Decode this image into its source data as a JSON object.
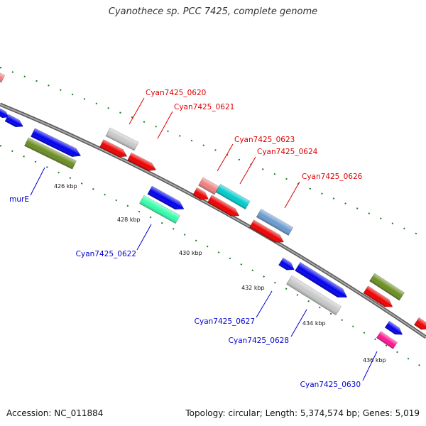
{
  "title": "Cyanothece sp. PCC 7425, complete genome",
  "footer": {
    "accession": "Accession: NC_011884",
    "summary": "Topology: circular; Length: 5,374,574 bp; Genes: 5,019"
  },
  "colors": {
    "backbone": "#7a7a7a",
    "tick": "#1e7a1e",
    "label_red": "#dd0000",
    "label_blue": "#0000cc"
  },
  "ticks": [
    {
      "label": "426 kbp",
      "kbp": 426
    },
    {
      "label": "428 kbp",
      "kbp": 428
    },
    {
      "label": "430 kbp",
      "kbp": 430
    },
    {
      "label": "432 kbp",
      "kbp": 432
    },
    {
      "label": "434 kbp",
      "kbp": 434
    },
    {
      "label": "436 kbp",
      "kbp": 436
    }
  ],
  "gene_labels": [
    {
      "label": "Cyan7425_0620",
      "color": "red"
    },
    {
      "label": "Cyan7425_0621",
      "color": "red"
    },
    {
      "label": "Cyan7425_0623",
      "color": "red"
    },
    {
      "label": "Cyan7425_0624",
      "color": "red"
    },
    {
      "label": "Cyan7425_0626",
      "color": "red"
    },
    {
      "label": "murE",
      "color": "blue"
    },
    {
      "label": "Cyan7425_0622",
      "color": "blue"
    },
    {
      "label": "Cyan7425_0627",
      "color": "blue"
    },
    {
      "label": "Cyan7425_0628",
      "color": "blue"
    },
    {
      "label": "Cyan7425_0630",
      "color": "blue"
    }
  ]
}
